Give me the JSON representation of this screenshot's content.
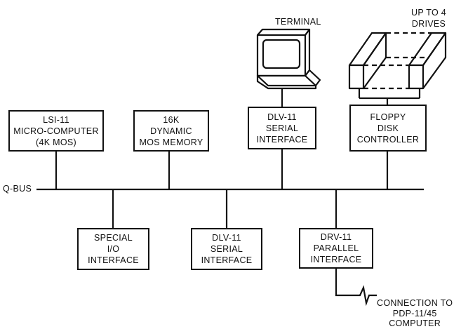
{
  "bus_label": "Q-BUS",
  "modules_top": [
    {
      "lines": [
        "LSI-11",
        "MICRO-COMPUTER",
        "(4K MOS)"
      ]
    },
    {
      "lines": [
        "16K",
        "DYNAMIC",
        "MOS MEMORY"
      ]
    },
    {
      "lines": [
        "DLV-11",
        "SERIAL",
        "INTERFACE"
      ]
    },
    {
      "lines": [
        "FLOPPY",
        "DISK",
        "CONTROLLER"
      ]
    }
  ],
  "modules_bottom": [
    {
      "lines": [
        "SPECIAL",
        "I/O",
        "INTERFACE"
      ]
    },
    {
      "lines": [
        "DLV-11",
        "SERIAL",
        "INTERFACE"
      ]
    },
    {
      "lines": [
        "DRV-11",
        "PARALLEL",
        "INTERFACE"
      ]
    }
  ],
  "terminal_label": "TERMINAL",
  "drives_label": [
    "UP TO 4",
    "DRIVES"
  ],
  "connection_label": [
    "CONNECTION TO",
    "PDP-11/45",
    "COMPUTER"
  ],
  "colors": {
    "ink": "#111111",
    "paper": "#ffffff"
  }
}
